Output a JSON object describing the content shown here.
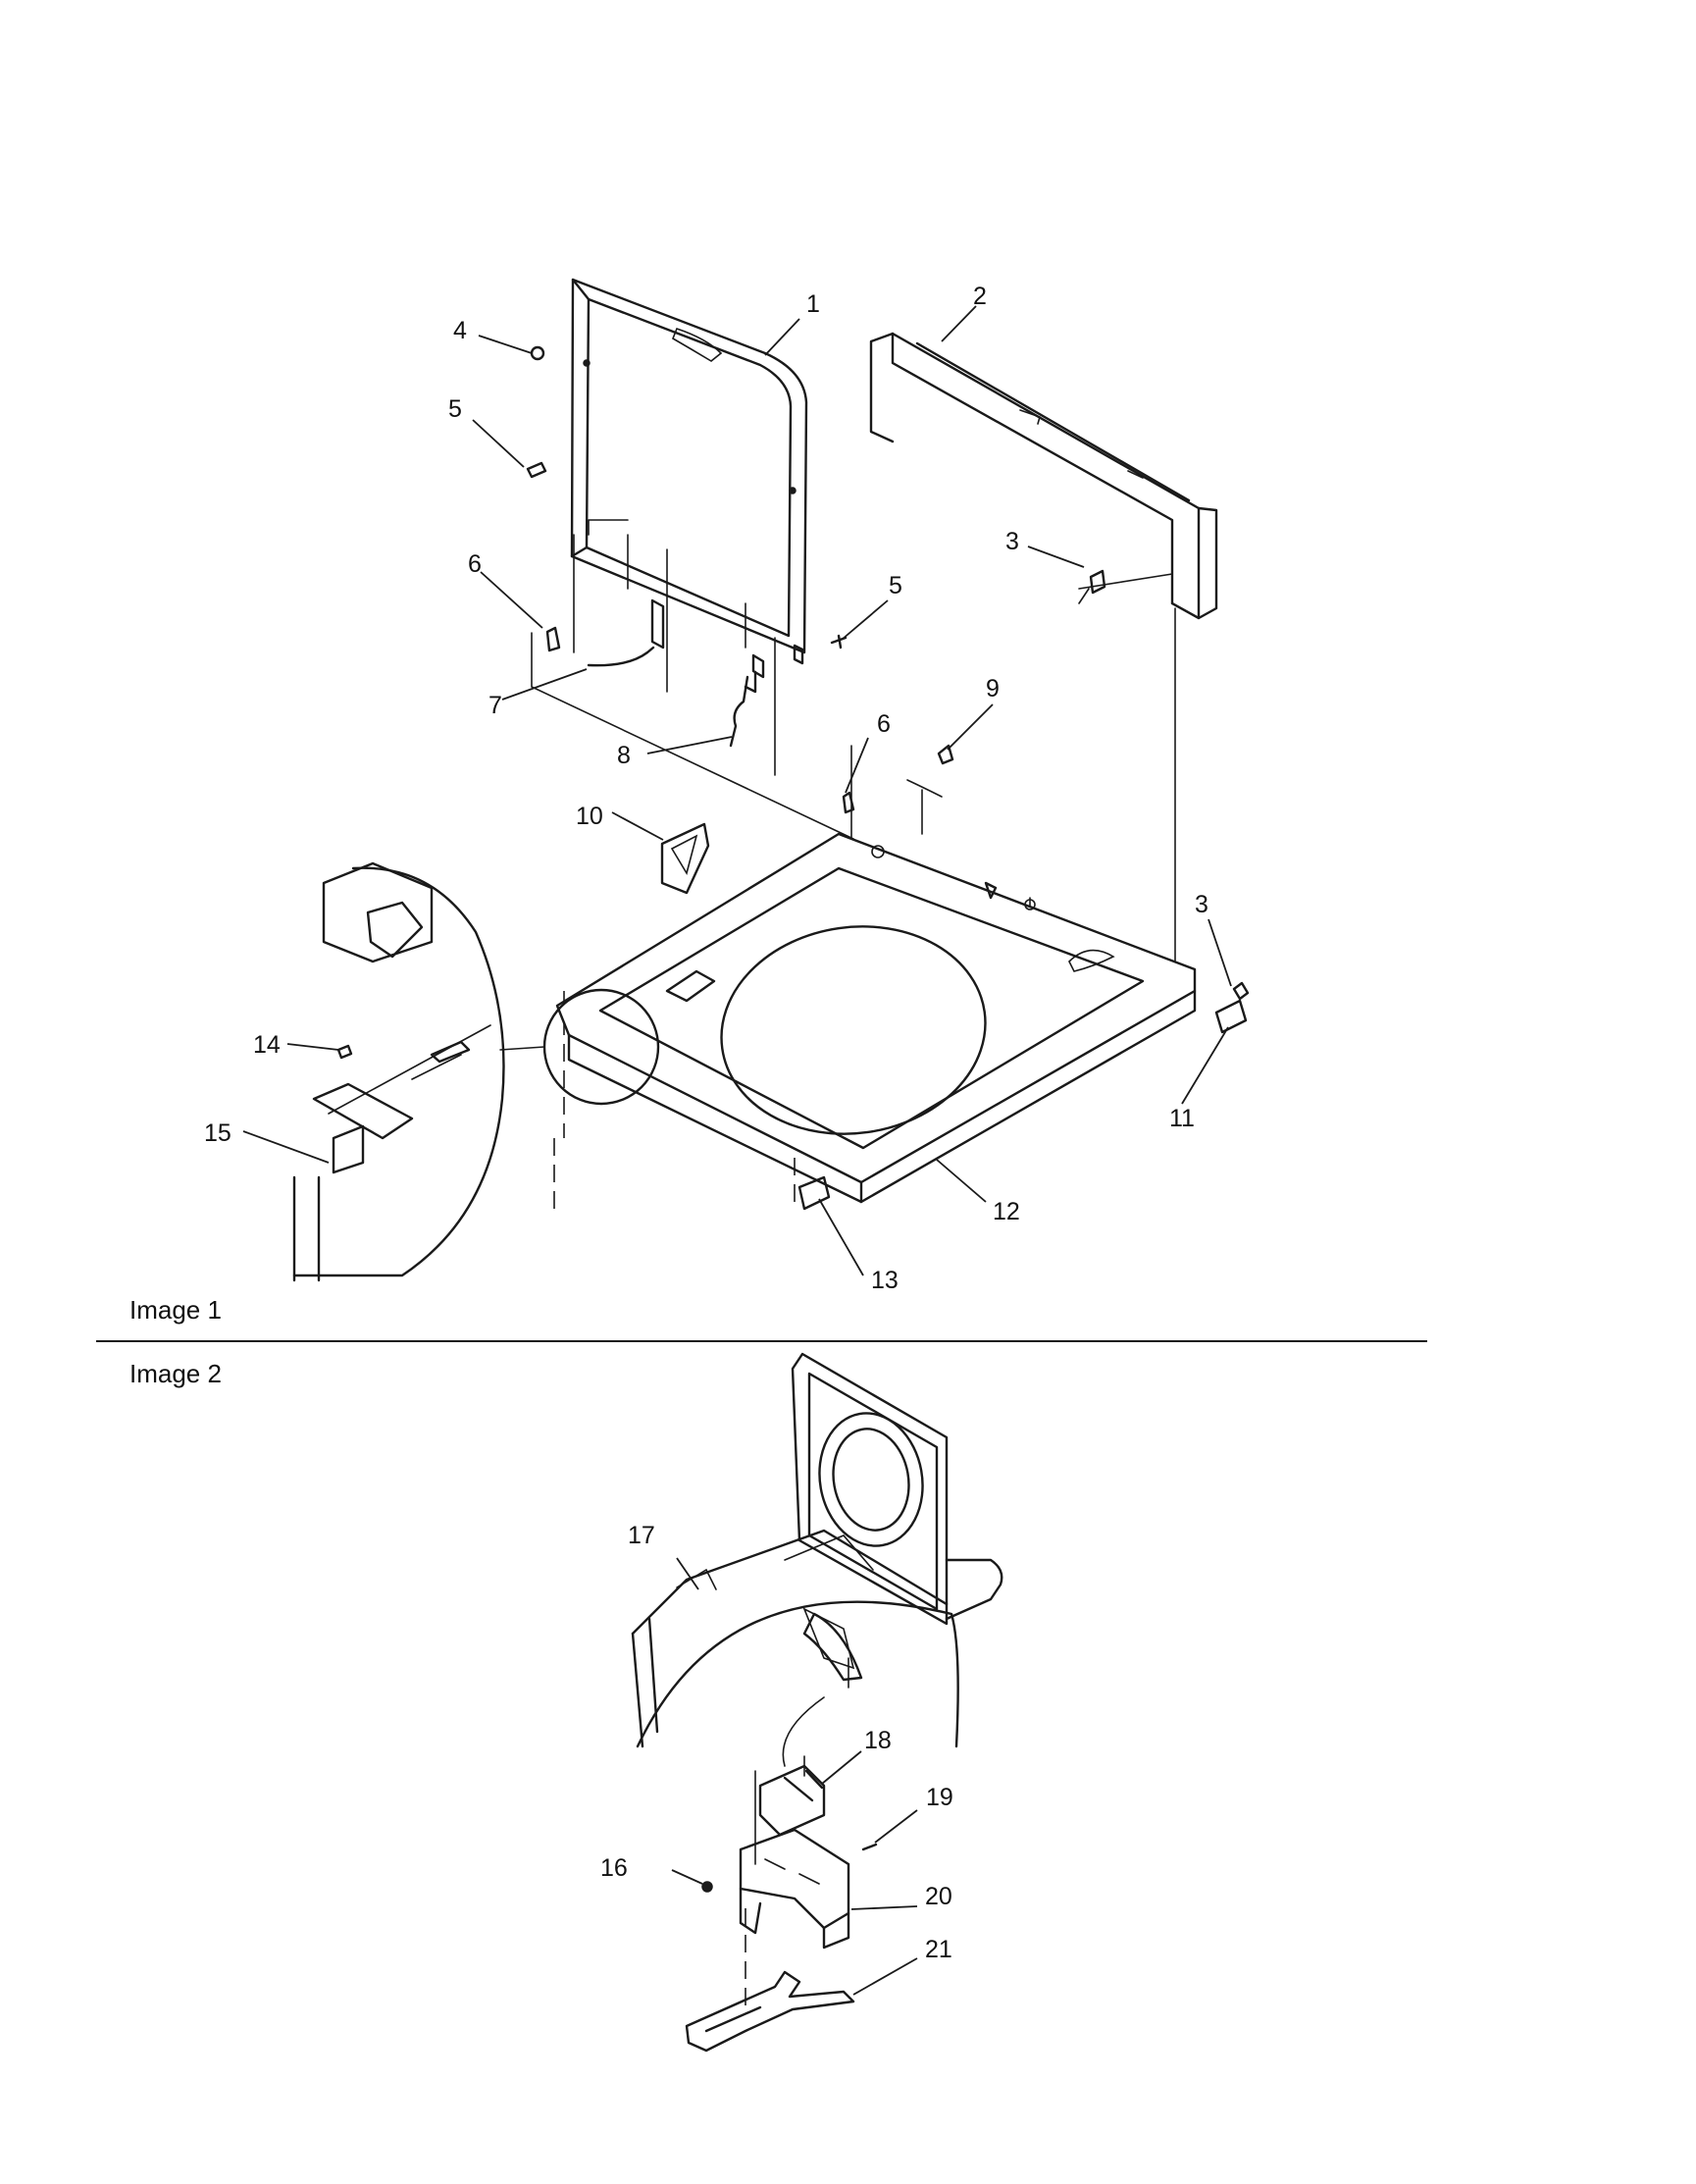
{
  "sections": [
    {
      "label": "Image 1"
    },
    {
      "label": "Image 2"
    }
  ],
  "part_labels": [
    {
      "id": "p1",
      "text": "1"
    },
    {
      "id": "p2",
      "text": "2"
    },
    {
      "id": "p3a",
      "text": "3"
    },
    {
      "id": "p3b",
      "text": "3"
    },
    {
      "id": "p4",
      "text": "4"
    },
    {
      "id": "p5a",
      "text": "5"
    },
    {
      "id": "p5b",
      "text": "5"
    },
    {
      "id": "p6a",
      "text": "6"
    },
    {
      "id": "p6b",
      "text": "6"
    },
    {
      "id": "p7",
      "text": "7"
    },
    {
      "id": "p8",
      "text": "8"
    },
    {
      "id": "p9",
      "text": "9"
    },
    {
      "id": "p10",
      "text": "10"
    },
    {
      "id": "p11",
      "text": "11"
    },
    {
      "id": "p12",
      "text": "12"
    },
    {
      "id": "p13",
      "text": "13"
    },
    {
      "id": "p14",
      "text": "14"
    },
    {
      "id": "p15",
      "text": "15"
    },
    {
      "id": "p16",
      "text": "16"
    },
    {
      "id": "p17",
      "text": "17"
    },
    {
      "id": "p18",
      "text": "18"
    },
    {
      "id": "p19",
      "text": "19"
    },
    {
      "id": "p20",
      "text": "20"
    },
    {
      "id": "p21",
      "text": "21"
    }
  ]
}
